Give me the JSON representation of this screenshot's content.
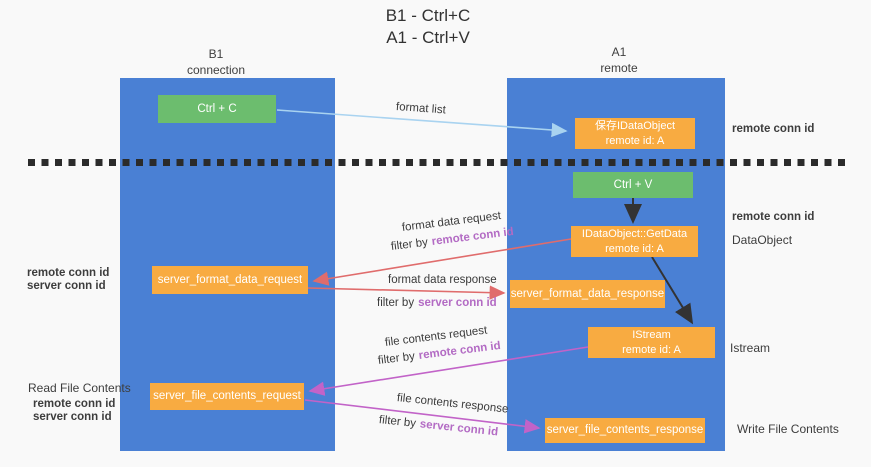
{
  "title": {
    "line1": "B1 - Ctrl+C",
    "line2": "A1 - Ctrl+V"
  },
  "columns": {
    "left": {
      "name": "B1",
      "role": "connection"
    },
    "right": {
      "name": "A1",
      "role": "remote"
    }
  },
  "nodes": {
    "ctrl_c": {
      "label": "Ctrl + C"
    },
    "save_idataobject": {
      "line1": "保存IDataObject",
      "line2": "remote id: A"
    },
    "ctrl_v": {
      "label": "Ctrl + V"
    },
    "getdata": {
      "line1": "IDataObject::GetData",
      "line2": "remote id: A"
    },
    "server_format_data_request": {
      "label": "server_format_data_request"
    },
    "server_format_data_response": {
      "label": "server_format_data_response"
    },
    "istream": {
      "line1": "IStream",
      "line2": "remote id: A"
    },
    "server_file_contents_request": {
      "label": "server_file_contents_request"
    },
    "server_file_contents_response": {
      "label": "server_file_contents_response"
    }
  },
  "edge_labels": {
    "format_list": "format list",
    "format_data_request": "format data request",
    "format_data_response": "format data response",
    "file_contents_request": "file contents request",
    "file_contents_response": "file contents response",
    "filter_by": "filter by",
    "remote_conn_id": "remote conn id",
    "server_conn_id": "server conn id"
  },
  "side_labels": {
    "remote_conn_id": "remote conn id",
    "server_conn_id": "server conn id",
    "data_object": "DataObject",
    "istream": "Istream",
    "read_file_contents": "Read File Contents",
    "write_file_contents": "Write File Contents"
  },
  "colors": {
    "column_blue": "#4a80d4",
    "node_green": "#6cbd6e",
    "node_orange": "#f8ab41",
    "arrow_blue": "#a9d3f0",
    "arrow_red": "#e06c6c",
    "arrow_magenta": "#c263c8",
    "arrow_black": "#333333",
    "label_purple": "#b36bc4",
    "label_green": "#74c47c"
  }
}
